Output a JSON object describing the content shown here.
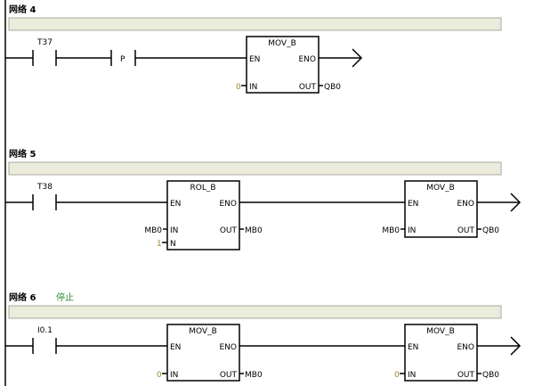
{
  "networks": [
    {
      "title": "网络 4",
      "comment": "",
      "contact": "T37",
      "edge_contact": "P",
      "box": {
        "name": "MOV_B",
        "en": "EN",
        "eno": "ENO",
        "in_pin": "IN",
        "out_pin": "OUT",
        "in_val": "0",
        "out_val": "QB0"
      }
    },
    {
      "title": "网络 5",
      "comment": "",
      "contact": "T38",
      "box1": {
        "name": "ROL_B",
        "en": "EN",
        "eno": "ENO",
        "in_pin": "IN",
        "out_pin": "OUT",
        "n_pin": "N",
        "in_val": "MB0",
        "n_val": "1",
        "out_val": "MB0"
      },
      "box2": {
        "name": "MOV_B",
        "en": "EN",
        "eno": "ENO",
        "in_pin": "IN",
        "out_pin": "OUT",
        "in_val": "MB0",
        "out_val": "QB0"
      }
    },
    {
      "title": "网络 6",
      "comment": "停止",
      "contact": "I0.1",
      "box1": {
        "name": "MOV_B",
        "en": "EN",
        "eno": "ENO",
        "in_pin": "IN",
        "out_pin": "OUT",
        "in_val": "0",
        "out_val": "MB0"
      },
      "box2": {
        "name": "MOV_B",
        "en": "EN",
        "eno": "ENO",
        "in_pin": "IN",
        "out_pin": "OUT",
        "in_val": "0",
        "out_val": "QB0"
      }
    }
  ],
  "colors": {
    "comment": "#2e8b2e",
    "constant": "#9b8a2c",
    "comment_bar": "#ececdc"
  }
}
